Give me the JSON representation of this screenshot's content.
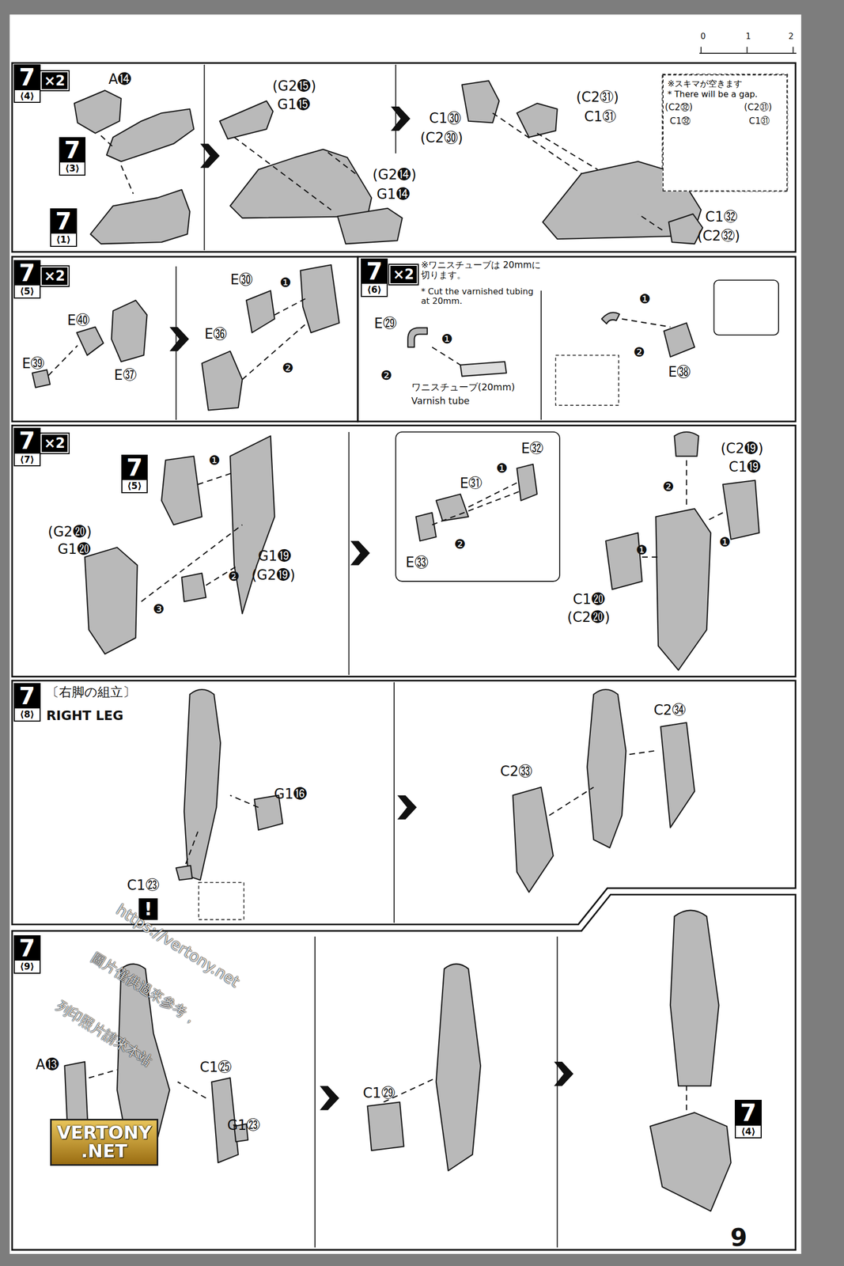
{
  "diagram": {
    "nodes": [
      {
        "text": [
          "7",
          "⟨4⟩"
        ]
      },
      {
        "text": [
          "×2"
        ]
      },
      {
        "text": [
          "7",
          "⟨3⟩"
        ]
      },
      {
        "text": [
          "7",
          "⟨1⟩"
        ]
      },
      {
        "text": [
          "※スキマが空きます",
          "* There will be a gap."
        ]
      },
      {
        "text": [
          "7",
          "⟨5⟩"
        ]
      },
      {
        "text": [
          "×2"
        ]
      },
      {
        "text": [
          "7",
          "⟨6⟩"
        ]
      },
      {
        "text": [
          "×2"
        ]
      },
      {
        "text": [
          "7",
          "⟨7⟩"
        ]
      },
      {
        "text": [
          "×2"
        ]
      },
      {
        "text": [
          "7",
          "⟨5⟩"
        ]
      },
      {
        "text": [
          "7",
          "⟨8⟩"
        ]
      },
      {
        "text": [
          "!"
        ]
      },
      {
        "text": [
          "7",
          "⟨9⟩"
        ]
      },
      {
        "text": [
          "7",
          "⟨4⟩"
        ]
      },
      {
        "text": [
          "VERTONY",
          ".NET"
        ]
      }
    ],
    "labels": [
      "0",
      "1",
      "2",
      "A⓮",
      "(G2⓯)",
      "G1⓯",
      "(G2⓮)",
      "G1⓮",
      "C1㉚",
      "(C2㉚)",
      "(C2㉛)",
      "C1㉛",
      "C1㉜",
      "(C2㉜)",
      "(C2㉜)",
      "C1㉜",
      "(C2㉛)",
      "C1㉛",
      "E㊵",
      "E㊴",
      "E㊲",
      "E㉚",
      "E㊱",
      "❶",
      "❷",
      "※ワニスチューブは 20mmに切ります。",
      "* Cut the varnished tubing at 20mm.",
      "E㉙",
      "❶",
      "❷",
      "ワニスチューブ(20mm)",
      "Varnish tube",
      "❶",
      "❷",
      "E㊳",
      "❶",
      "(G2⓴)",
      "G1⓴",
      "❷",
      "G1⓳",
      "(G2⓳)",
      "❸",
      "E㉜",
      "E㉛",
      "❶",
      "❷",
      "E㉝",
      "(C2⓳)",
      "C1⓳",
      "❷",
      "❶",
      "❶",
      "C1⓴",
      "(C2⓴)",
      "〔右脚の組立〕",
      "RIGHT LEG",
      "G1⓰",
      "C1㉓",
      "C2㉞",
      "C2㉝",
      "A⓭",
      "C1㉕",
      "G1㉓",
      "C1㉙",
      "https://vertony.net",
      "圖片僅供過來參考，",
      "列印照片請來本站",
      "9"
    ]
  }
}
